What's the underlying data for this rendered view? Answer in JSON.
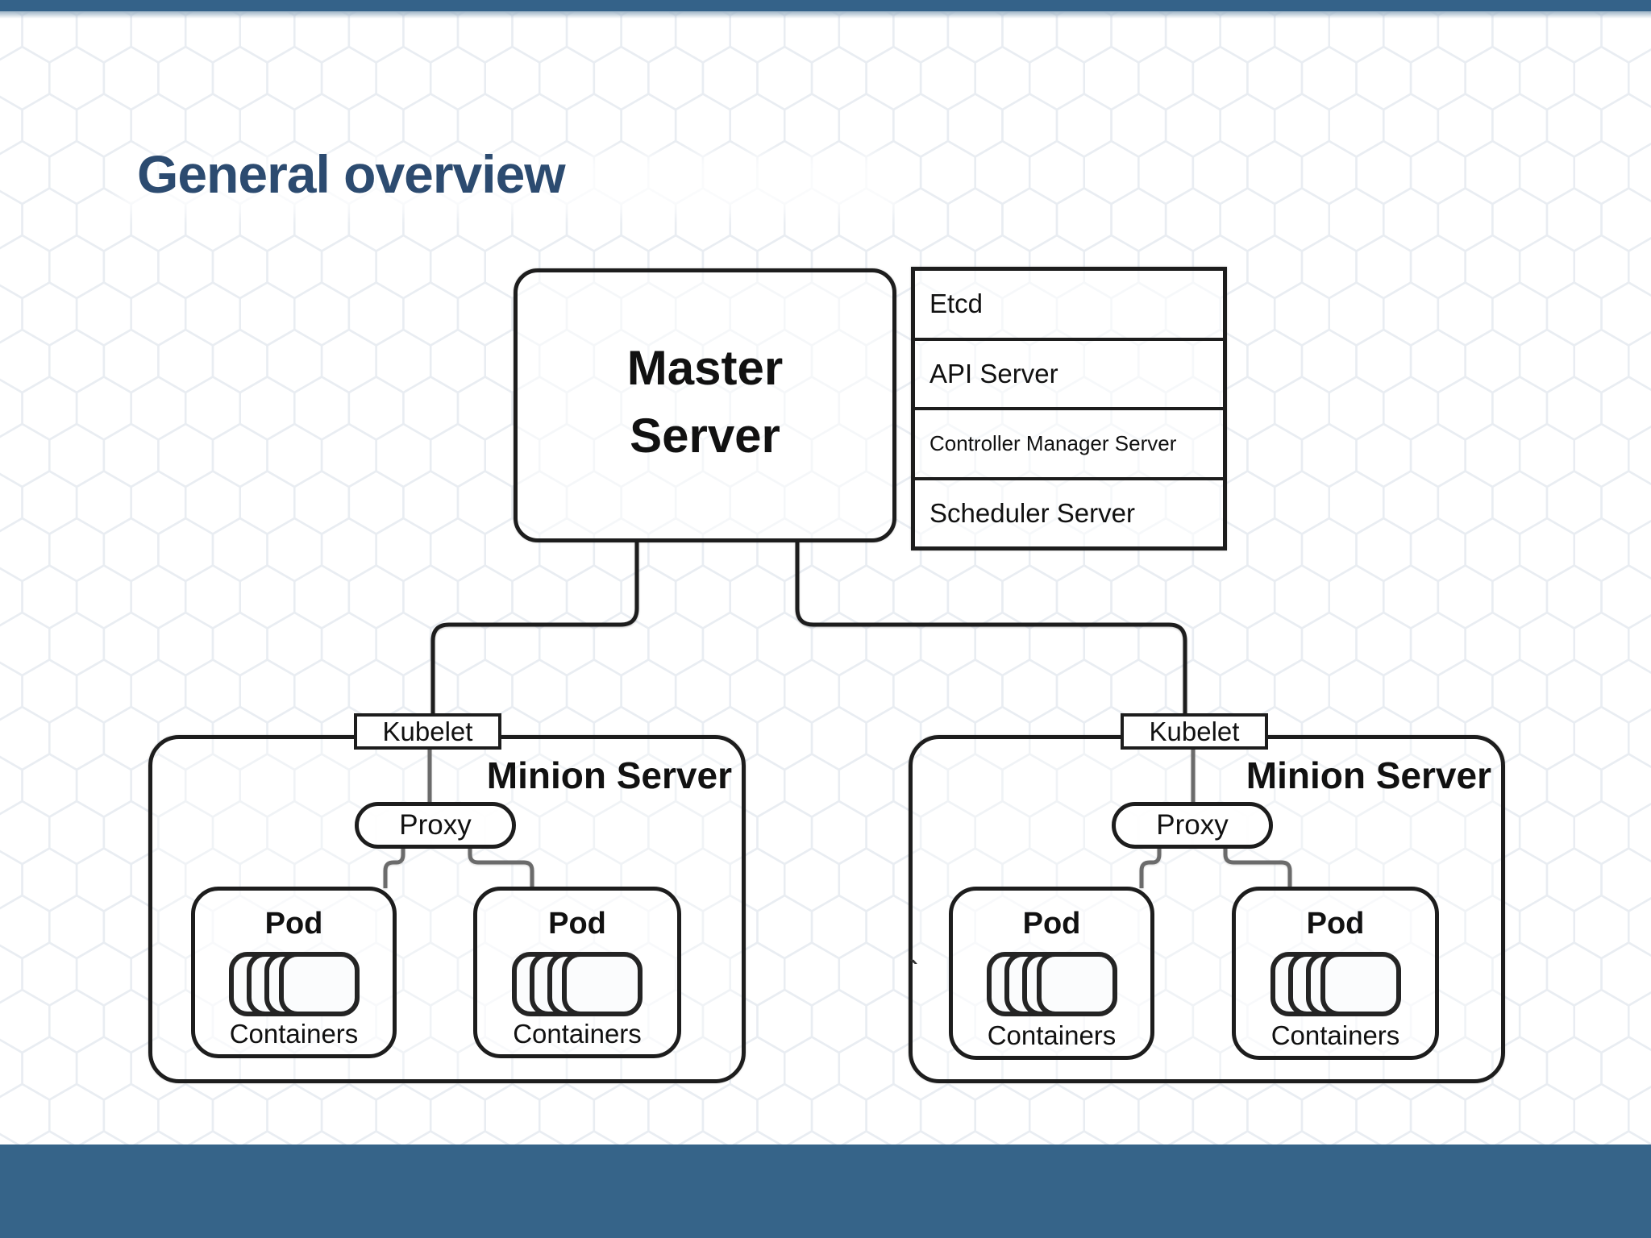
{
  "slide": {
    "title": "General overview"
  },
  "colors": {
    "accent_bar_top": "#346289",
    "accent_bar_bottom": "#366489",
    "title_text": "#2c4b70",
    "diagram_line": "#1d1d1d",
    "hex_pattern_stroke": "#e9edf2",
    "box_fill": "#ffffff"
  },
  "diagram": {
    "master": {
      "label": "Master Server"
    },
    "master_components": [
      "Etcd",
      "API Server",
      "Controller Manager Server",
      "Scheduler Server"
    ],
    "minions": [
      {
        "label": "Minion Server",
        "kubelet_label": "Kubelet",
        "proxy_label": "Proxy",
        "pods": [
          {
            "label": "Pod",
            "caption": "Containers"
          },
          {
            "label": "Pod",
            "caption": "Containers"
          }
        ]
      },
      {
        "label": "Minion Server",
        "kubelet_label": "Kubelet",
        "proxy_label": "Proxy",
        "pods": [
          {
            "label": "Pod",
            "caption": "Containers"
          },
          {
            "label": "Pod",
            "caption": "Containers"
          }
        ]
      }
    ],
    "stray_mark": "`"
  }
}
